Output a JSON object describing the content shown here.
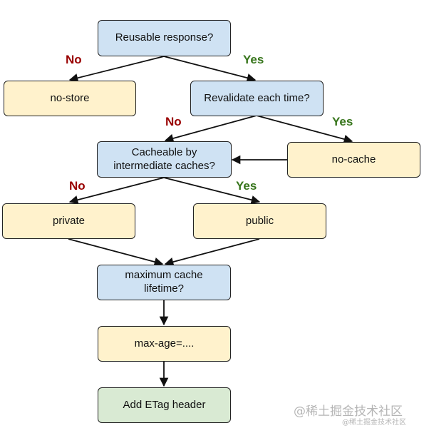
{
  "nodes": {
    "reusable": "Reusable response?",
    "no_store": "no-store",
    "revalidate": "Revalidate each time?",
    "no_cache": "no-cache",
    "cacheable": "Cacheable by\nintermediate caches?",
    "private": "private",
    "public": "public",
    "max_lifetime": "maximum cache\nlifetime?",
    "max_age": "max-age=....",
    "etag": "Add ETag header"
  },
  "edge_labels": {
    "no_1": "No",
    "yes_1": "Yes",
    "no_2": "No",
    "yes_2": "Yes",
    "no_3": "No",
    "yes_3": "Yes"
  },
  "watermark": {
    "large": "@稀土掘金技术社区",
    "small": "@稀土掘金技术社区"
  },
  "colors": {
    "decision": "#cfe2f3",
    "action": "#fff2cc",
    "final": "#d9ead3",
    "no": "#990000",
    "yes": "#38761d"
  }
}
